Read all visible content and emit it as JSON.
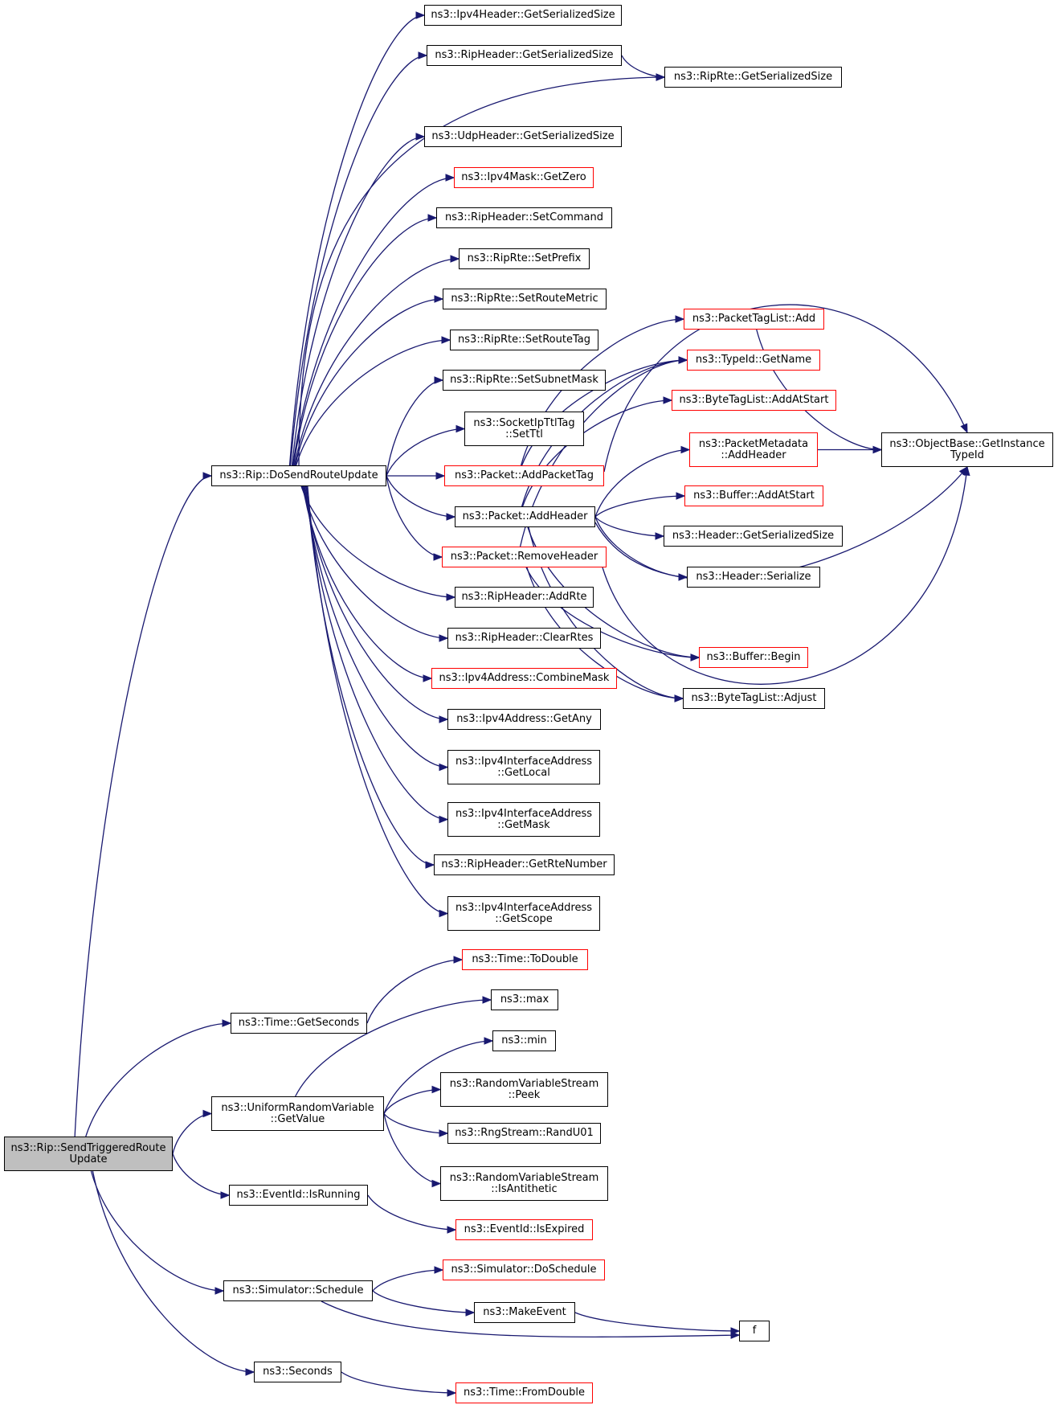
{
  "colors": {
    "edge": "#191970",
    "node_border": "#000000",
    "node_border_incomplete": "#ff0000",
    "root_fill": "#bfbfbf"
  },
  "nodes": {
    "send_triggered": {
      "lines": [
        "ns3::Rip::SendTriggeredRoute",
        "Update"
      ],
      "style": "root"
    },
    "do_send_route_update": {
      "lines": [
        "ns3::Rip::DoSendRouteUpdate"
      ],
      "style": "normal"
    },
    "ipv4header_getser": {
      "lines": [
        "ns3::Ipv4Header::GetSerializedSize"
      ],
      "style": "normal"
    },
    "ripheader_getser": {
      "lines": [
        "ns3::RipHeader::GetSerializedSize"
      ],
      "style": "normal"
    },
    "riprte_getser": {
      "lines": [
        "ns3::RipRte::GetSerializedSize"
      ],
      "style": "normal"
    },
    "udpheader_getser": {
      "lines": [
        "ns3::UdpHeader::GetSerializedSize"
      ],
      "style": "normal"
    },
    "ipv4mask_getzero": {
      "lines": [
        "ns3::Ipv4Mask::GetZero"
      ],
      "style": "red"
    },
    "ripheader_setcommand": {
      "lines": [
        "ns3::RipHeader::SetCommand"
      ],
      "style": "normal"
    },
    "riprte_setprefix": {
      "lines": [
        "ns3::RipRte::SetPrefix"
      ],
      "style": "normal"
    },
    "riprte_setroutemetric": {
      "lines": [
        "ns3::RipRte::SetRouteMetric"
      ],
      "style": "normal"
    },
    "riprte_setroutetag": {
      "lines": [
        "ns3::RipRte::SetRouteTag"
      ],
      "style": "normal"
    },
    "riprte_setsubnetmask": {
      "lines": [
        "ns3::RipRte::SetSubnetMask"
      ],
      "style": "normal"
    },
    "socketipttltag_setttl": {
      "lines": [
        "ns3::SocketIpTtlTag",
        "::SetTtl"
      ],
      "style": "normal"
    },
    "packet_addpackettag": {
      "lines": [
        "ns3::Packet::AddPacketTag"
      ],
      "style": "red"
    },
    "packet_addheader": {
      "lines": [
        "ns3::Packet::AddHeader"
      ],
      "style": "normal"
    },
    "packet_removeheader": {
      "lines": [
        "ns3::Packet::RemoveHeader"
      ],
      "style": "red"
    },
    "ripheader_addrte": {
      "lines": [
        "ns3::RipHeader::AddRte"
      ],
      "style": "normal"
    },
    "ripheader_clearrtes": {
      "lines": [
        "ns3::RipHeader::ClearRtes"
      ],
      "style": "normal"
    },
    "ipv4address_combinemask": {
      "lines": [
        "ns3::Ipv4Address::CombineMask"
      ],
      "style": "red"
    },
    "ipv4address_getany": {
      "lines": [
        "ns3::Ipv4Address::GetAny"
      ],
      "style": "normal"
    },
    "ipv4ifaddr_getlocal": {
      "lines": [
        "ns3::Ipv4InterfaceAddress",
        "::GetLocal"
      ],
      "style": "normal"
    },
    "ipv4ifaddr_getmask": {
      "lines": [
        "ns3::Ipv4InterfaceAddress",
        "::GetMask"
      ],
      "style": "normal"
    },
    "ripheader_getrtenumber": {
      "lines": [
        "ns3::RipHeader::GetRteNumber"
      ],
      "style": "normal"
    },
    "ipv4ifaddr_getscope": {
      "lines": [
        "ns3::Ipv4InterfaceAddress",
        "::GetScope"
      ],
      "style": "normal"
    },
    "packettaglist_add": {
      "lines": [
        "ns3::PacketTagList::Add"
      ],
      "style": "red"
    },
    "typeid_getname": {
      "lines": [
        "ns3::TypeId::GetName"
      ],
      "style": "red"
    },
    "bytetaglist_addatstart": {
      "lines": [
        "ns3::ByteTagList::AddAtStart"
      ],
      "style": "red"
    },
    "packetmetadata_addheader": {
      "lines": [
        "ns3::PacketMetadata",
        "::AddHeader"
      ],
      "style": "red"
    },
    "buffer_addatstart": {
      "lines": [
        "ns3::Buffer::AddAtStart"
      ],
      "style": "red"
    },
    "header_getser": {
      "lines": [
        "ns3::Header::GetSerializedSize"
      ],
      "style": "normal"
    },
    "header_serialize": {
      "lines": [
        "ns3::Header::Serialize"
      ],
      "style": "normal"
    },
    "buffer_begin": {
      "lines": [
        "ns3::Buffer::Begin"
      ],
      "style": "red"
    },
    "bytetaglist_adjust": {
      "lines": [
        "ns3::ByteTagList::Adjust"
      ],
      "style": "normal"
    },
    "objectbase_getinstancetypeid": {
      "lines": [
        "ns3::ObjectBase::GetInstance",
        "TypeId"
      ],
      "style": "normal"
    },
    "time_getseconds": {
      "lines": [
        "ns3::Time::GetSeconds"
      ],
      "style": "normal"
    },
    "time_todouble": {
      "lines": [
        "ns3::Time::ToDouble"
      ],
      "style": "red"
    },
    "uniformrv_getvalue": {
      "lines": [
        "ns3::UniformRandomVariable",
        "::GetValue"
      ],
      "style": "normal"
    },
    "ns3_max": {
      "lines": [
        "ns3::max"
      ],
      "style": "normal"
    },
    "ns3_min": {
      "lines": [
        "ns3::min"
      ],
      "style": "normal"
    },
    "rvstream_peek": {
      "lines": [
        "ns3::RandomVariableStream",
        "::Peek"
      ],
      "style": "normal"
    },
    "rngstream_randu01": {
      "lines": [
        "ns3::RngStream::RandU01"
      ],
      "style": "normal"
    },
    "rvstream_isantithetic": {
      "lines": [
        "ns3::RandomVariableStream",
        "::IsAntithetic"
      ],
      "style": "normal"
    },
    "eventid_isrunning": {
      "lines": [
        "ns3::EventId::IsRunning"
      ],
      "style": "normal"
    },
    "eventid_isexpired": {
      "lines": [
        "ns3::EventId::IsExpired"
      ],
      "style": "red"
    },
    "simulator_schedule": {
      "lines": [
        "ns3::Simulator::Schedule"
      ],
      "style": "normal"
    },
    "simulator_doschedule": {
      "lines": [
        "ns3::Simulator::DoSchedule"
      ],
      "style": "red"
    },
    "ns3_makeevent": {
      "lines": [
        "ns3::MakeEvent"
      ],
      "style": "normal"
    },
    "f": {
      "lines": [
        "f"
      ],
      "style": "normal"
    },
    "ns3_seconds": {
      "lines": [
        "ns3::Seconds"
      ],
      "style": "normal"
    },
    "time_fromdouble": {
      "lines": [
        "ns3::Time::FromDouble"
      ],
      "style": "red"
    }
  },
  "edges": [
    [
      "send_triggered",
      "do_send_route_update"
    ],
    [
      "send_triggered",
      "time_getseconds"
    ],
    [
      "send_triggered",
      "uniformrv_getvalue"
    ],
    [
      "send_triggered",
      "eventid_isrunning"
    ],
    [
      "send_triggered",
      "simulator_schedule"
    ],
    [
      "send_triggered",
      "ns3_seconds"
    ],
    [
      "do_send_route_update",
      "ipv4header_getser"
    ],
    [
      "do_send_route_update",
      "ripheader_getser"
    ],
    [
      "do_send_route_update",
      "riprte_getser"
    ],
    [
      "do_send_route_update",
      "udpheader_getser"
    ],
    [
      "do_send_route_update",
      "ipv4mask_getzero"
    ],
    [
      "do_send_route_update",
      "ripheader_setcommand"
    ],
    [
      "do_send_route_update",
      "riprte_setprefix"
    ],
    [
      "do_send_route_update",
      "riprte_setroutemetric"
    ],
    [
      "do_send_route_update",
      "riprte_setroutetag"
    ],
    [
      "do_send_route_update",
      "riprte_setsubnetmask"
    ],
    [
      "do_send_route_update",
      "socketipttltag_setttl"
    ],
    [
      "do_send_route_update",
      "packet_addpackettag"
    ],
    [
      "do_send_route_update",
      "packet_addheader"
    ],
    [
      "do_send_route_update",
      "packet_removeheader"
    ],
    [
      "do_send_route_update",
      "ripheader_addrte"
    ],
    [
      "do_send_route_update",
      "ripheader_clearrtes"
    ],
    [
      "do_send_route_update",
      "ipv4address_combinemask"
    ],
    [
      "do_send_route_update",
      "ipv4address_getany"
    ],
    [
      "do_send_route_update",
      "ipv4ifaddr_getlocal"
    ],
    [
      "do_send_route_update",
      "ipv4ifaddr_getmask"
    ],
    [
      "do_send_route_update",
      "ripheader_getrtenumber"
    ],
    [
      "do_send_route_update",
      "ipv4ifaddr_getscope"
    ],
    [
      "ripheader_getser",
      "riprte_getser"
    ],
    [
      "packet_addpackettag",
      "packettaglist_add"
    ],
    [
      "packet_addpackettag",
      "typeid_getname"
    ],
    [
      "packet_addpackettag",
      "objectbase_getinstancetypeid"
    ],
    [
      "packettaglist_add",
      "objectbase_getinstancetypeid"
    ],
    [
      "packet_addheader",
      "typeid_getname"
    ],
    [
      "packet_addheader",
      "bytetaglist_addatstart"
    ],
    [
      "packet_addheader",
      "packetmetadata_addheader"
    ],
    [
      "packet_addheader",
      "buffer_addatstart"
    ],
    [
      "packet_addheader",
      "header_getser"
    ],
    [
      "packet_addheader",
      "header_serialize"
    ],
    [
      "packet_addheader",
      "buffer_begin"
    ],
    [
      "packet_addheader",
      "bytetaglist_adjust"
    ],
    [
      "packet_addheader",
      "objectbase_getinstancetypeid"
    ],
    [
      "packet_removeheader",
      "typeid_getname"
    ],
    [
      "packet_removeheader",
      "buffer_begin"
    ],
    [
      "packet_removeheader",
      "bytetaglist_adjust"
    ],
    [
      "packet_removeheader",
      "objectbase_getinstancetypeid"
    ],
    [
      "packetmetadata_addheader",
      "objectbase_getinstancetypeid"
    ],
    [
      "time_getseconds",
      "time_todouble"
    ],
    [
      "uniformrv_getvalue",
      "ns3_max"
    ],
    [
      "uniformrv_getvalue",
      "ns3_min"
    ],
    [
      "uniformrv_getvalue",
      "rvstream_peek"
    ],
    [
      "uniformrv_getvalue",
      "rngstream_randu01"
    ],
    [
      "uniformrv_getvalue",
      "rvstream_isantithetic"
    ],
    [
      "eventid_isrunning",
      "eventid_isexpired"
    ],
    [
      "simulator_schedule",
      "simulator_doschedule"
    ],
    [
      "simulator_schedule",
      "ns3_makeevent"
    ],
    [
      "simulator_schedule",
      "f"
    ],
    [
      "ns3_makeevent",
      "f"
    ],
    [
      "ns3_seconds",
      "time_fromdouble"
    ]
  ]
}
